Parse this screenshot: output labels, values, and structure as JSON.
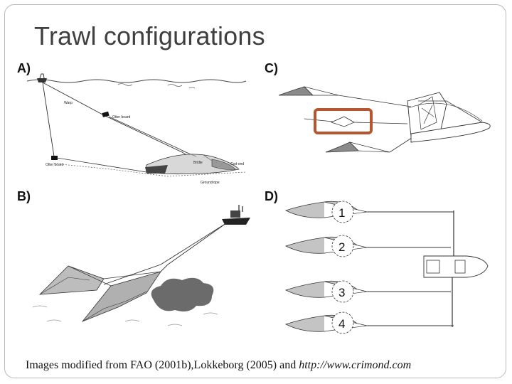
{
  "title": "Trawl configurations",
  "panels": {
    "a": {
      "label": "A)",
      "annotations": [
        "Warp",
        "Otter board",
        "Otter board",
        "Bridle",
        "Cod-end",
        "Groundrope"
      ]
    },
    "b": {
      "label": "B)"
    },
    "c": {
      "label": "C)",
      "highlight_color": "#b5562f"
    },
    "d": {
      "label": "D)",
      "numbers": [
        "1",
        "2",
        "3",
        "4"
      ]
    }
  },
  "caption": {
    "text": "Images modified from FAO (2001b),Lokkeborg (2005) and ",
    "url": "http://www.crimond.com"
  }
}
